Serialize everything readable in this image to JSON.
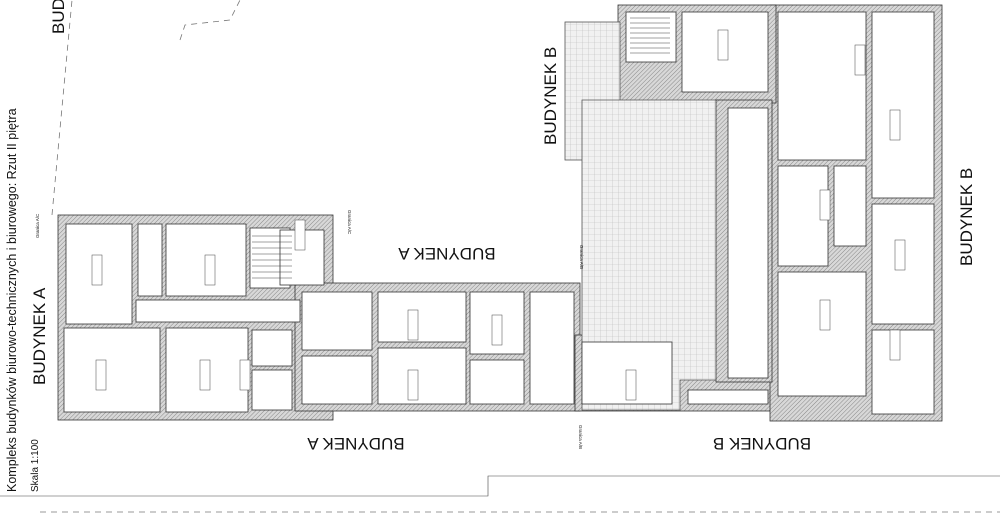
{
  "title": "Kompleks budynków biurowo-technicznych i biurowego: Rzut II piętra",
  "scale": "Skala 1:100",
  "labels": {
    "building_a_west": "BUDYNEK A",
    "building_a_top_cut": "BUD",
    "building_a_center": "BUDYNEK A",
    "building_a_bottom": "BUDYNEK A",
    "building_b_north": "BUDYNEK B",
    "building_b_east": "BUDYNEK B",
    "building_b_bottom": "BUDYNEK B"
  },
  "boundaries": {
    "ac_left": "Granica A/C",
    "ac_mid": "Granica A/C",
    "ab_top": "Granica A/B",
    "ab_bottom": "Granica A/B"
  },
  "colors": {
    "wall_hatch": "#9a9a9a",
    "line": "#333333",
    "background": "#ffffff"
  }
}
